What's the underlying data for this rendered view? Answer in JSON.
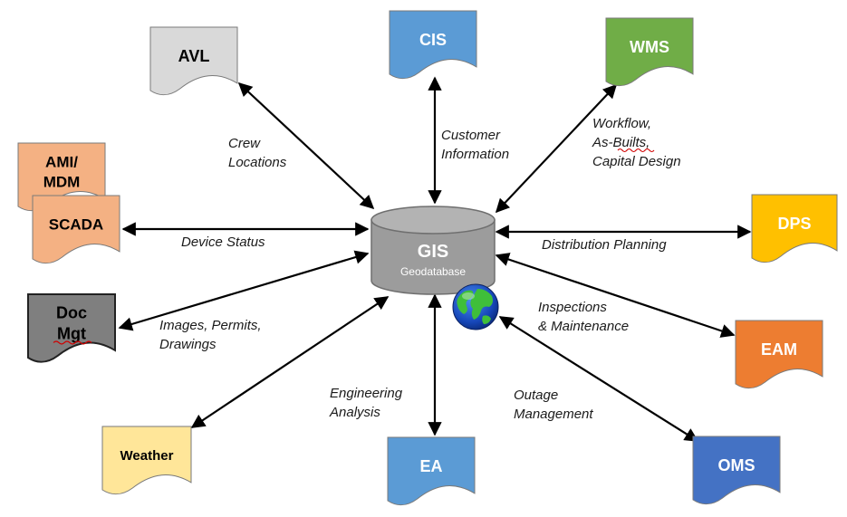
{
  "hub": {
    "title": "GIS",
    "subtitle": "Geodatabase",
    "colors": {
      "top": "#b3b3b3",
      "body": "#9c9c9c",
      "stroke": "#6f6f6f",
      "text": "#ffffff"
    },
    "globe_icon": "globe-icon"
  },
  "systems": [
    {
      "id": "avl",
      "label": "AVL",
      "fill": "#d9d9d9",
      "text_color": "#000000"
    },
    {
      "id": "cis",
      "label": "CIS",
      "fill": "#5b9bd5",
      "text_color": "#ffffff"
    },
    {
      "id": "wms",
      "label": "WMS",
      "fill": "#70ad47",
      "text_color": "#ffffff"
    },
    {
      "id": "ami-mdm",
      "label": "AMI/ MDM",
      "fill": "#f4b183",
      "text_color": "#000000"
    },
    {
      "id": "scada",
      "label": "SCADA",
      "fill": "#f4b183",
      "text_color": "#000000"
    },
    {
      "id": "dps",
      "label": "DPS",
      "fill": "#ffc000",
      "text_color": "#ffffff"
    },
    {
      "id": "doc-mgt",
      "label": "Doc Mgt",
      "fill": "#7f7f7f",
      "text_color": "#000000"
    },
    {
      "id": "eam",
      "label": "EAM",
      "fill": "#ed7d31",
      "text_color": "#ffffff"
    },
    {
      "id": "weather",
      "label": "Weather",
      "fill": "#ffe699",
      "text_color": "#000000"
    },
    {
      "id": "ea",
      "label": "EA",
      "fill": "#5b9bd5",
      "text_color": "#ffffff"
    },
    {
      "id": "oms",
      "label": "OMS",
      "fill": "#4472c4",
      "text_color": "#ffffff"
    }
  ],
  "connections": [
    {
      "id": "crew",
      "label": "Crew Locations"
    },
    {
      "id": "customer",
      "label": "Customer Information"
    },
    {
      "id": "workflow",
      "label": "Workflow, As-Builts, Capital Design"
    },
    {
      "id": "device",
      "label": "Device Status"
    },
    {
      "id": "distribution",
      "label": "Distribution Planning"
    },
    {
      "id": "images",
      "label": "Images, Permits, Drawings"
    },
    {
      "id": "inspections",
      "label": "Inspections & Maintenance"
    },
    {
      "id": "engineering",
      "label": "Engineering Analysis"
    },
    {
      "id": "outage",
      "label": "Outage Management"
    }
  ],
  "arrow_color": "#000000"
}
